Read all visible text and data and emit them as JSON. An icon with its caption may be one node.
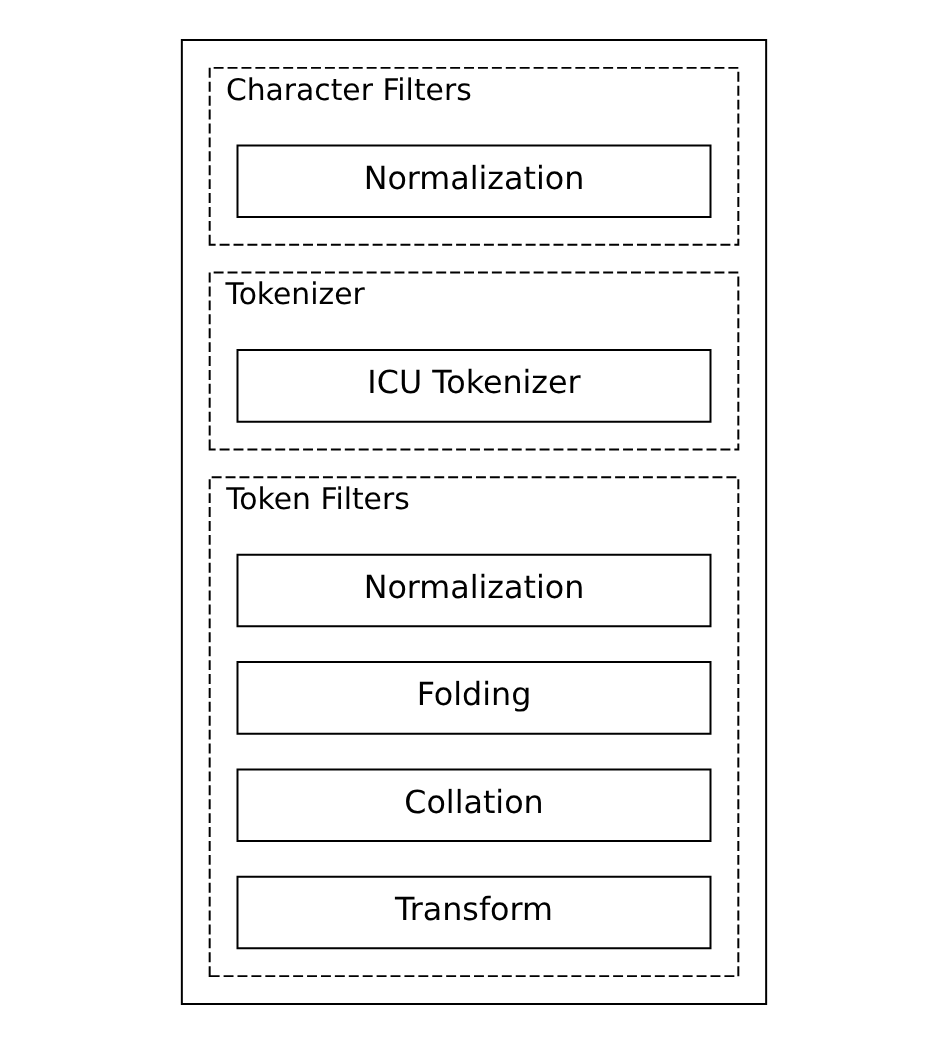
{
  "diagram": {
    "nodes": [
      {
        "text": [],
        "shape": "box"
      },
      {
        "text": [
          "Character Filters"
        ],
        "in": 0
      },
      {
        "text": [
          "Normalization"
        ],
        "in": 1
      },
      {
        "text": [
          "Tokenizer"
        ],
        "in": 0
      },
      {
        "text": [
          "ICU Tokenizer"
        ],
        "in": 3
      },
      {
        "text": [
          "Token Filters"
        ],
        "in": 0
      },
      {
        "text": [
          "Normalization"
        ],
        "in": 5
      },
      {
        "text": [
          "Folding"
        ],
        "in": 5
      },
      {
        "text": [
          "Collation"
        ],
        "in": 5
      },
      {
        "text": [
          "Transform"
        ],
        "in": 5
      }
    ],
    "edges": []
  }
}
